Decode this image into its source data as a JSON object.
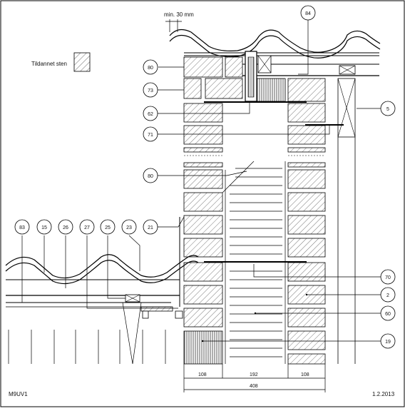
{
  "labels": {
    "min_dim": "min. 30 mm",
    "legend": "Tildannet sten",
    "code": "M9UV1",
    "date": "1.2.2013"
  },
  "dimensions": {
    "d1": "108",
    "d2": "192",
    "d3": "108",
    "total": "408"
  },
  "callouts": {
    "c84": "84",
    "c80a": "80",
    "c73": "73",
    "c62": "62",
    "c71": "71",
    "c5": "5",
    "c80b": "80",
    "c83": "83",
    "c15": "15",
    "c26": "26",
    "c27": "27",
    "c25": "25",
    "c23": "23",
    "c21": "21",
    "c70": "70",
    "c2": "2",
    "c60": "60",
    "c19": "19"
  }
}
